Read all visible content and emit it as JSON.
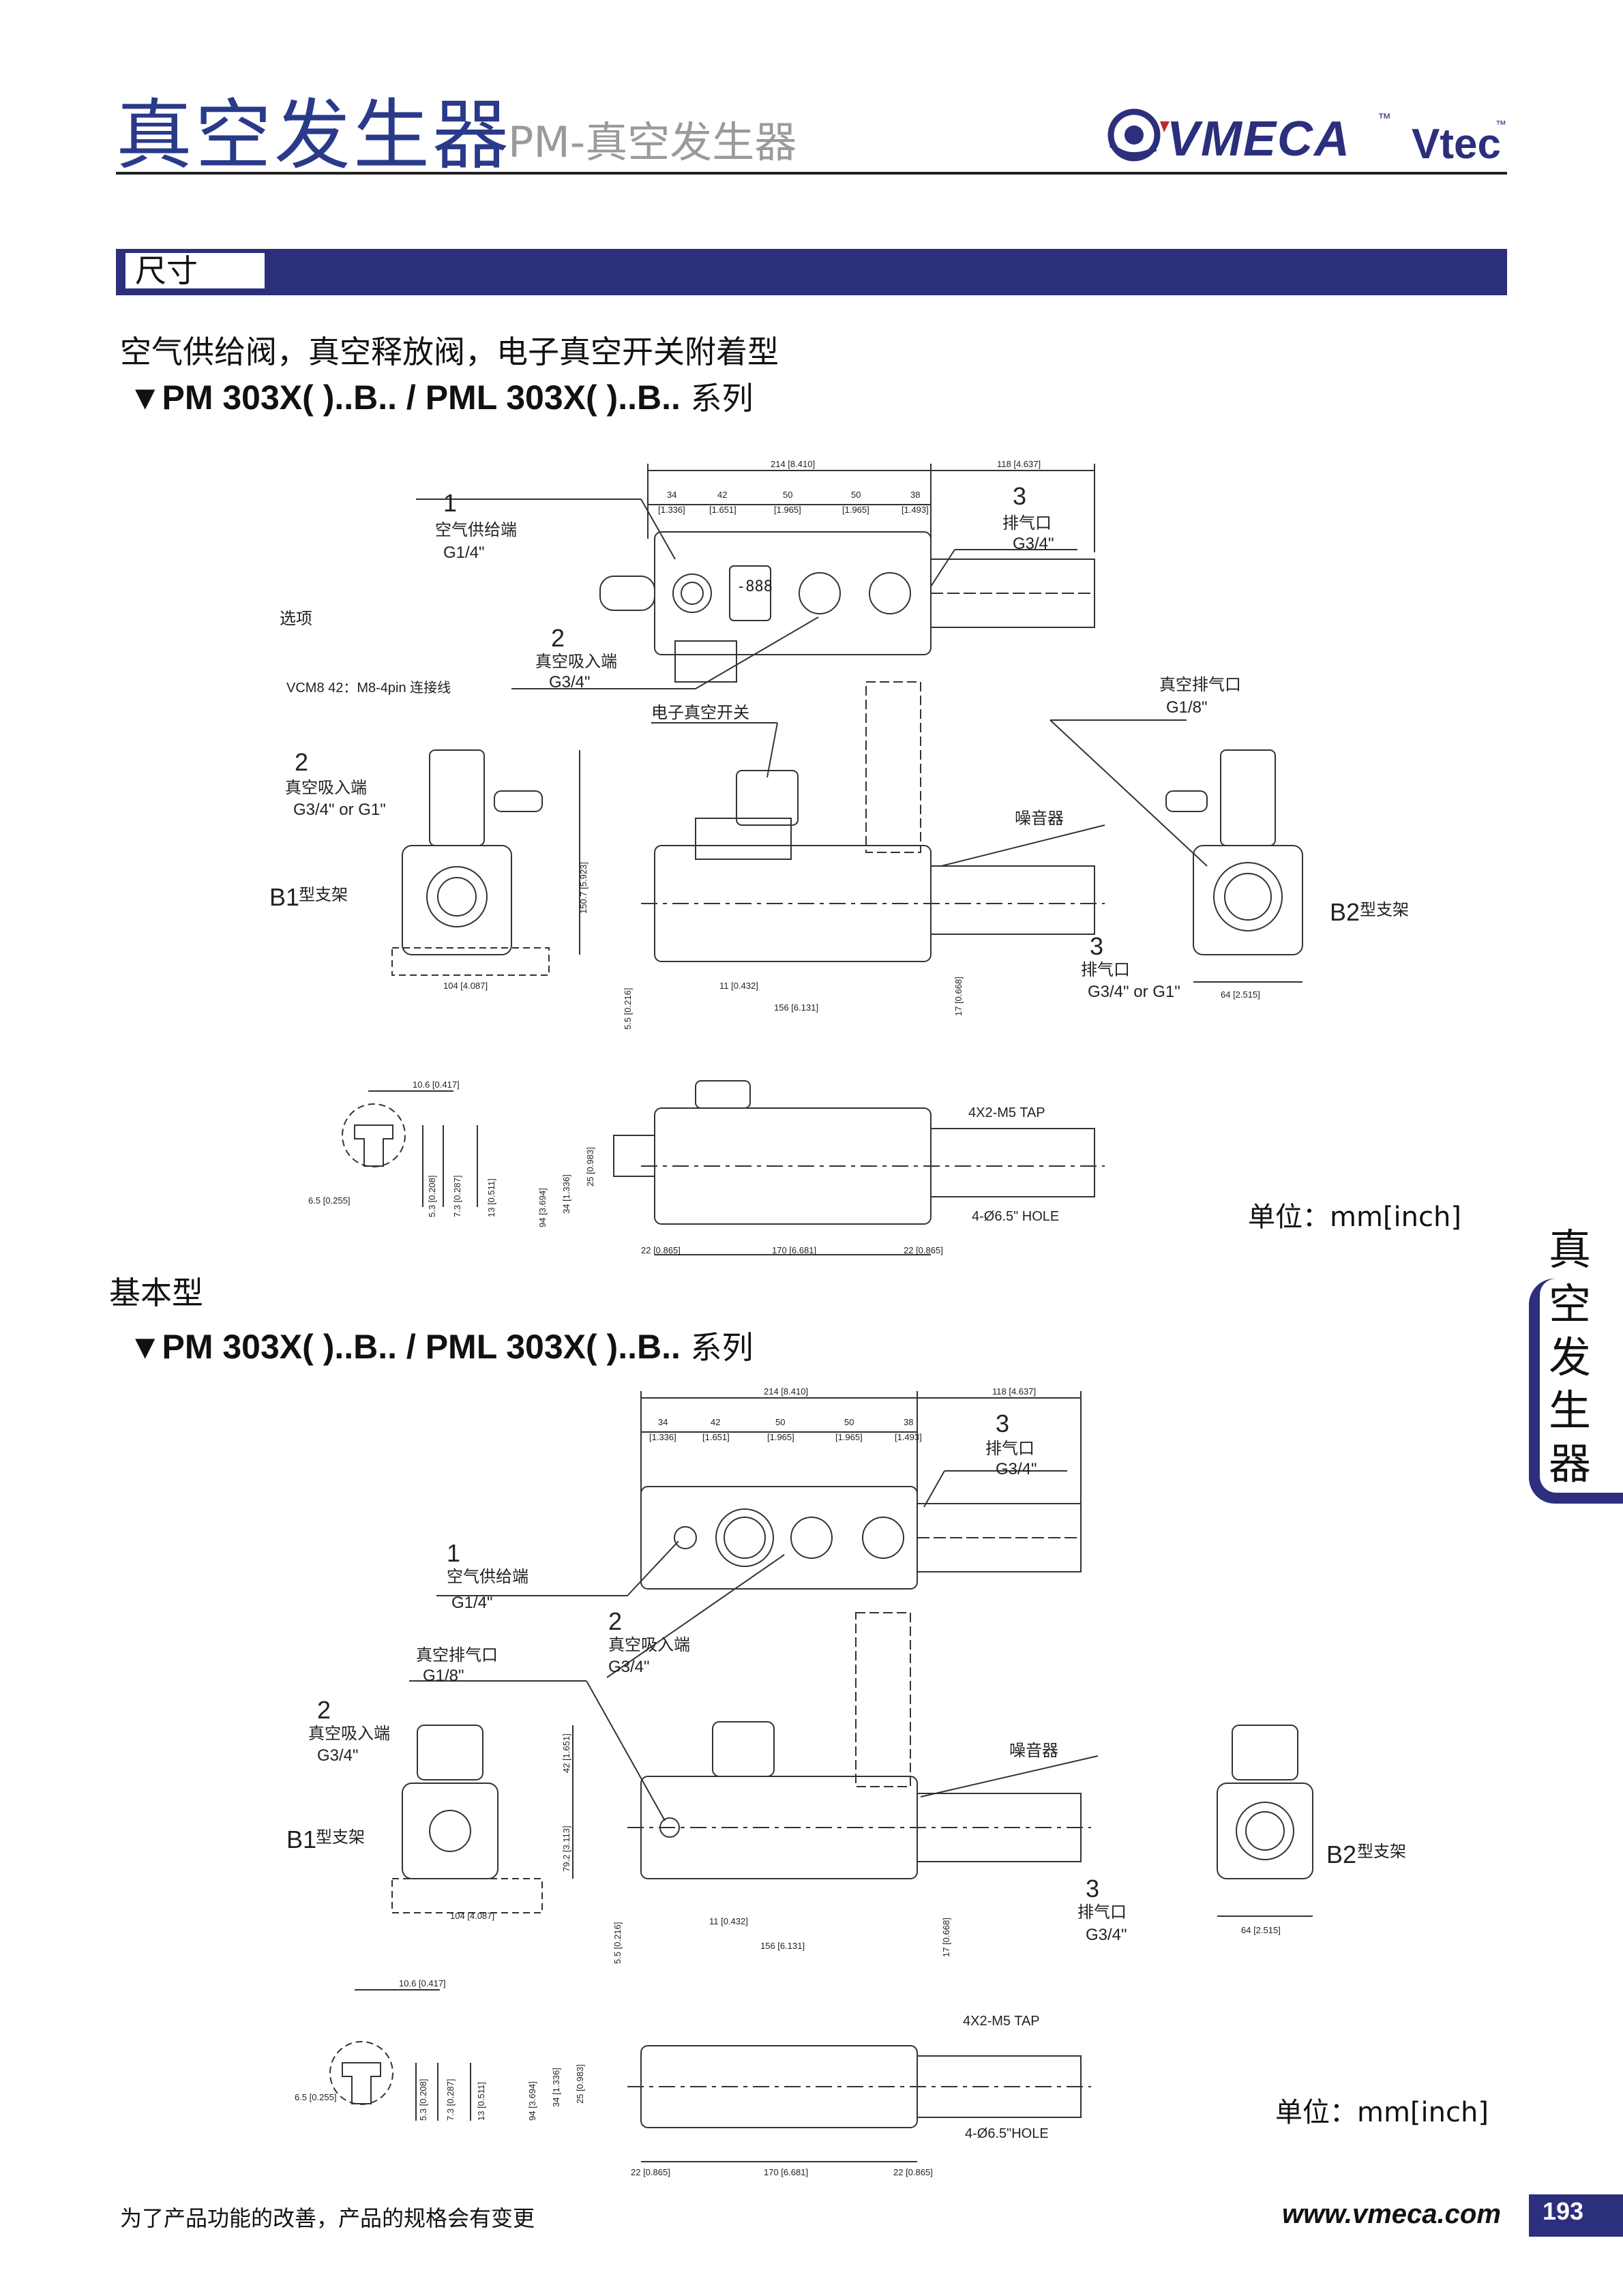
{
  "header": {
    "title": "真空发生器",
    "subtitle": "PM-真空发生器",
    "logo_text": "VMECA",
    "logo_tm": "™",
    "logo_vtec": "Vtec",
    "logo_vtec_tm": "™"
  },
  "section": {
    "label": "尺寸"
  },
  "variant1": {
    "caption": "空气供给阀，真空释放阀，电子真空开关附着型",
    "model": "▼PM 303X(  )..B..  /  PML 303X(  )..B..",
    "model_suffix": " 系列",
    "unit": "单位：mm[inch]",
    "labels": {
      "p1_num": "1",
      "p1_name": "空气供给端",
      "p1_size": "G1/4\"",
      "p3_num": "3",
      "p3_name": "排气口",
      "p3_size": "G3/4\"",
      "option": "选项",
      "cable": "VCM8 42：M8-4pin 连接线",
      "p2_num": "2",
      "p2_name": "真空吸入端",
      "p2_size": "G3/4\"",
      "switch": "电子真空开关",
      "vac_ex": "真空排气口",
      "vac_ex_size": "G1/8\"",
      "side_p2_num": "2",
      "side_p2_name": "真空吸入端",
      "side_p2_size": "G3/4\" or G1\"",
      "b1": "B1",
      "b1_name": "型支架",
      "silencer": "噪音器",
      "b2": "B2",
      "b2_name": "型支架",
      "side_p3_num": "3",
      "side_p3_name": "排气口",
      "side_p3_size": "G3/4\" or G1\"",
      "tap": "4X2-M5 TAP",
      "hole": "4-Ø6.5\" HOLE",
      "display": "-888"
    },
    "dims": {
      "d214": "214 [8.410]",
      "d118": "118 [4.637]",
      "d34": "34",
      "d34i": "[1.336]",
      "d42": "42",
      "d42i": "[1.651]",
      "d50a": "50",
      "d50ai": "[1.965]",
      "d50b": "50",
      "d50bi": "[1.965]",
      "d38": "38",
      "d38i": "[1.493]",
      "d150": "150.7 [5.923]",
      "d104": "104 [4.087]",
      "d55": "5.5 [0.216]",
      "d11": "11 [0.432]",
      "d156": "156 [6.131]",
      "d17": "17 [0.668]",
      "d64": "64 [2.515]",
      "d106": "10.6 [0.417]",
      "d65": "6.5 [0.255]",
      "d53": "5.3 [0.208]",
      "d73": "7.3 [0.287]",
      "d13": "13 [0.511]",
      "d94": "94 [3.694]",
      "d34b": "34 [1.336]",
      "d25": "25 [0.983]",
      "d22a": "22 [0.865]",
      "d170": "170 [6.681]",
      "d22b": "22 [0.865]"
    }
  },
  "variant2": {
    "caption": "基本型",
    "model": "▼PM 303X(  )..B..  /  PML 303X(  )..B..",
    "model_suffix": " 系列",
    "unit": "单位：mm[inch]",
    "labels": {
      "p3_num": "3",
      "p3_name": "排气口",
      "p3_size": "G3/4\"",
      "p1_num": "1",
      "p1_name": "空气供给端",
      "p1_size": "G1/4\"",
      "p2_num": "2",
      "p2_name": "真空吸入端",
      "p2_size": "G3/4\"",
      "vac_ex": "真空排气口",
      "vac_ex_size": "G1/8\"",
      "side_p2_num": "2",
      "side_p2_name": "真空吸入端",
      "side_p2_size": "G3/4\"",
      "silencer": "噪音器",
      "b1": "B1",
      "b1_name": "型支架",
      "b2": "B2",
      "b2_name": "型支架",
      "side_p3_num": "3",
      "side_p3_name": "排气口",
      "side_p3_size": "G3/4\"",
      "tap": "4X2-M5 TAP",
      "hole": "4-Ø6.5\"HOLE"
    },
    "dims": {
      "d214": "214 [8.410]",
      "d118": "118 [4.637]",
      "d34": "34",
      "d34i": "[1.336]",
      "d42": "42",
      "d42i": "[1.651]",
      "d50a": "50",
      "d50ai": "[1.965]",
      "d50b": "50",
      "d50bi": "[1.965]",
      "d38": "38",
      "d38i": "[1.493]",
      "d42v": "42 [1.651]",
      "d79": "79.2 [3.113]",
      "d104": "104 [4.087]",
      "d55": "5.5 [0.216]",
      "d11": "11 [0.432]",
      "d156": "156 [6.131]",
      "d17": "17 [0.668]",
      "d64": "64 [2.515]",
      "d106": "10.6 [0.417]",
      "d65": "6.5 [0.255]",
      "d53": "5.3 [0.208]",
      "d73": "7.3 [0.287]",
      "d13": "13 [0.511]",
      "d94": "94 [3.694]",
      "d34b": "34 [1.336]",
      "d25": "25 [0.983]",
      "d22a": "22 [0.865]",
      "d170": "170 [6.681]",
      "d22b": "22 [0.865]"
    }
  },
  "side_tab": {
    "c1": "真",
    "c2": "空",
    "c3": "发",
    "c4": "生",
    "c5": "器"
  },
  "footer": {
    "note": "为了产品功能的改善，产品的规格会有变更",
    "url": "www.vmeca.com",
    "page": "193"
  },
  "colors": {
    "brand_navy": "#2b2f7c",
    "title_blue": "#2a3a8a",
    "subtitle_gray": "#9a9a9a"
  }
}
